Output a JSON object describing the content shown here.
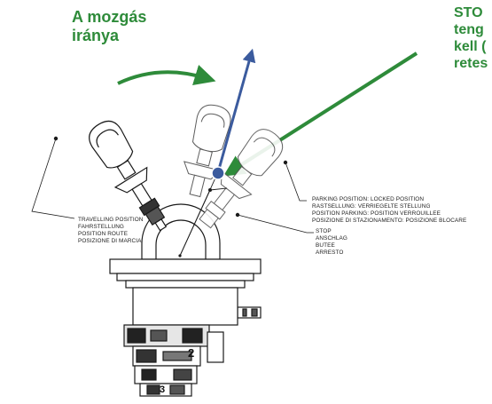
{
  "colors": {
    "green": "#2e8b3a",
    "blue": "#3b5b9e",
    "line": "#1a1a1a",
    "grey": "#d9d9d9"
  },
  "labels": {
    "direction": [
      "A mozgás",
      "iránya"
    ],
    "stop": [
      "STO",
      "teng",
      "kell (",
      "retes"
    ]
  },
  "annotations": {
    "travelling": [
      "TRAVELLING POSITION",
      "FAHRSTELLUNG",
      "POSITION ROUTE",
      "POSIZIONE DI MARCIA"
    ],
    "parking": [
      "PARKING POSITION: LOCKED POSITION",
      "RASTSELLUNG: VERRIEGELTE STELLUNG",
      "POSITION PARKING: POSITION VERROUILLEE",
      "POSIZIONE DI STAZIONAMENTO: POSIZIONE BLOCARE"
    ],
    "stop": [
      "STOP",
      "ANSCHLAG",
      "BUTEE",
      "ARRESTO"
    ]
  },
  "part_numbers": [
    "2",
    "3"
  ]
}
